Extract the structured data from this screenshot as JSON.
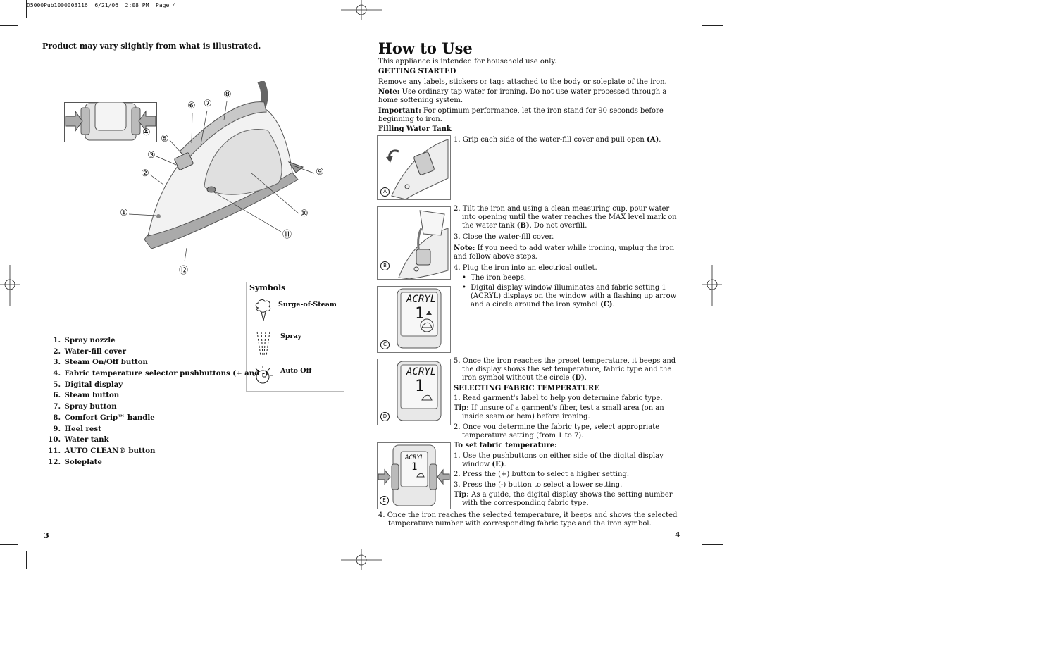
{
  "slug": "D5000Pub1000003116  6/21/06  2:08 PM  Page 4",
  "left_page": {
    "note": "Product may vary slightly from what is illustrated.",
    "callouts": [
      "①",
      "②",
      "③",
      "④",
      "⑤",
      "⑥",
      "⑦",
      "⑧",
      "⑨",
      "⑩",
      "⑪",
      "⑫"
    ],
    "parts": [
      {
        "num": "1.",
        "label": "Spray nozzle"
      },
      {
        "num": "2.",
        "label": "Water-fill cover"
      },
      {
        "num": "3.",
        "label": "Steam On/Off button"
      },
      {
        "num": "4.",
        "label": "Fabric temperature selector pushbuttons (+ and -)"
      },
      {
        "num": "5.",
        "label": "Digital display"
      },
      {
        "num": "6.",
        "label": "Steam button"
      },
      {
        "num": "7.",
        "label": "Spray button"
      },
      {
        "num": "8.",
        "label": "Comfort Grip™ handle"
      },
      {
        "num": "9.",
        "label": "Heel rest"
      },
      {
        "num": "10.",
        "label": "Water tank"
      },
      {
        "num": "11.",
        "label": "AUTO CLEAN® button"
      },
      {
        "num": "12.",
        "label": "Soleplate"
      }
    ],
    "symbols": {
      "title": "Symbols",
      "items": [
        {
          "label": "Surge-of-Steam",
          "icon": "steam-cloud-icon"
        },
        {
          "label": "Spray",
          "icon": "spray-icon"
        },
        {
          "label": "Auto Off",
          "icon": "clock-icon"
        }
      ]
    },
    "page_number": "3"
  },
  "right_page": {
    "title": "How to Use",
    "intro": "This appliance is intended for household use only.",
    "getting_started": "GETTING STARTED",
    "gs_p1": "Remove any labels, stickers or tags attached to the body or soleplate of the iron.",
    "note_label": "Note:",
    "note_text": " Use ordinary tap water for ironing. Do not use water processed through a home softening system.",
    "important_label": "Important:",
    "important_text": " For optimum performance, let the iron stand for 90 seconds before beginning to iron.",
    "filling_title": "Filling Water Tank",
    "fill_1a": "1. Grip each side of the water-fill cover and pull open  ",
    "fill_1b": "(A)",
    "fill_1c": ".",
    "fill_2a": "2. Tilt the iron and using a clean measuring cup, pour water into opening until the water reaches the MAX level mark on the water tank ",
    "fill_2b": "(B)",
    "fill_2c": ". Do not overfill.",
    "fill_3": "3. Close the water-fill cover.",
    "note2_label": "Note:",
    "note2_text": " If you need to add water while ironing, unplug the iron and follow above steps.",
    "fill_4": "4. Plug the iron into an electrical outlet.",
    "bullet_1": "The iron beeps.",
    "bullet_2a": "Digital display window illuminates and fabric setting 1 (ACRYL) displays on the window with a flashing up arrow and a circle around the iron symbol ",
    "bullet_2b": "(C)",
    "bullet_2c": ".",
    "fill_5a": "5. Once the iron reaches the preset temperature, it beeps and the display shows the set temperature, fabric type and the iron symbol without the circle ",
    "fill_5b": "(D)",
    "fill_5c": ".",
    "selecting_title": "SELECTING FABRIC TEMPERATURE",
    "sel_1": "1. Read garment's label to help you determine fabric type.",
    "tip_label": "Tip:",
    "tip_text": " If unsure of a garment's fiber, test a small area (on an inside seam or hem) before ironing.",
    "sel_2": "2. Once you determine the fabric type, select appropriate temperature setting (from 1 to 7).",
    "to_set_title": "To set fabric temperature:",
    "set_1a": "1. Use the pushbuttons on either side of the digital display window ",
    "set_1b": "(E)",
    "set_1c": ".",
    "set_2": "2. Press the (+) button to select a higher setting.",
    "set_3": "3. Press the (-) button to select a lower setting.",
    "tip2_label": "Tip:",
    "tip2_text": " As a guide, the digital display shows the setting number with the corresponding fabric type.",
    "set_4": "4.  Once the iron reaches the selected temperature, it beeps and shows the selected temperature number with corresponding fabric type and  the iron symbol.",
    "figure_labels": [
      "A",
      "B",
      "C",
      "D",
      "E"
    ],
    "display_text": "ACRYL",
    "display_number": "1",
    "page_number": "4"
  }
}
